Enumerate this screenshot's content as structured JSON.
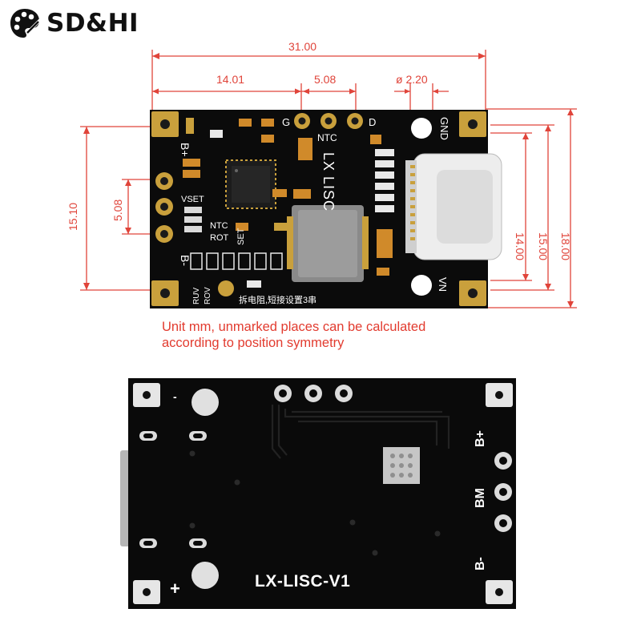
{
  "brand": {
    "name": "SD&HI",
    "icon": "palette-icon"
  },
  "dimensions": {
    "total_width": "31.00",
    "left_offset": "14.01",
    "pin_pitch": "5.08",
    "hole_diameter": "ø 2.20",
    "left_height": "15.10",
    "left_pitch": "5.08",
    "usb_height": "14.00",
    "board_height": "15.00",
    "overall_height": "18.00"
  },
  "note": {
    "line1": "Unit mm, unmarked places can be calculated",
    "line2": "according to position symmetry"
  },
  "front_labels": {
    "g": "G",
    "ntc": "NTC",
    "d": "D",
    "gnd": "GND",
    "vn": "VN",
    "b_plus": "B+",
    "b_minus": "B-",
    "vset": "VSET",
    "ntc_small": "NTC",
    "rot": "ROT",
    "set": "SET",
    "ruv": "RUV",
    "rov": "ROV",
    "chip": "LX LISC",
    "chinese": "拆电阻,短接设置3串"
  },
  "back_labels": {
    "model": "LX-LISC-V1",
    "b_plus": "B+",
    "bm": "BM",
    "b_minus": "B-",
    "plus": "+",
    "minus": "-"
  }
}
